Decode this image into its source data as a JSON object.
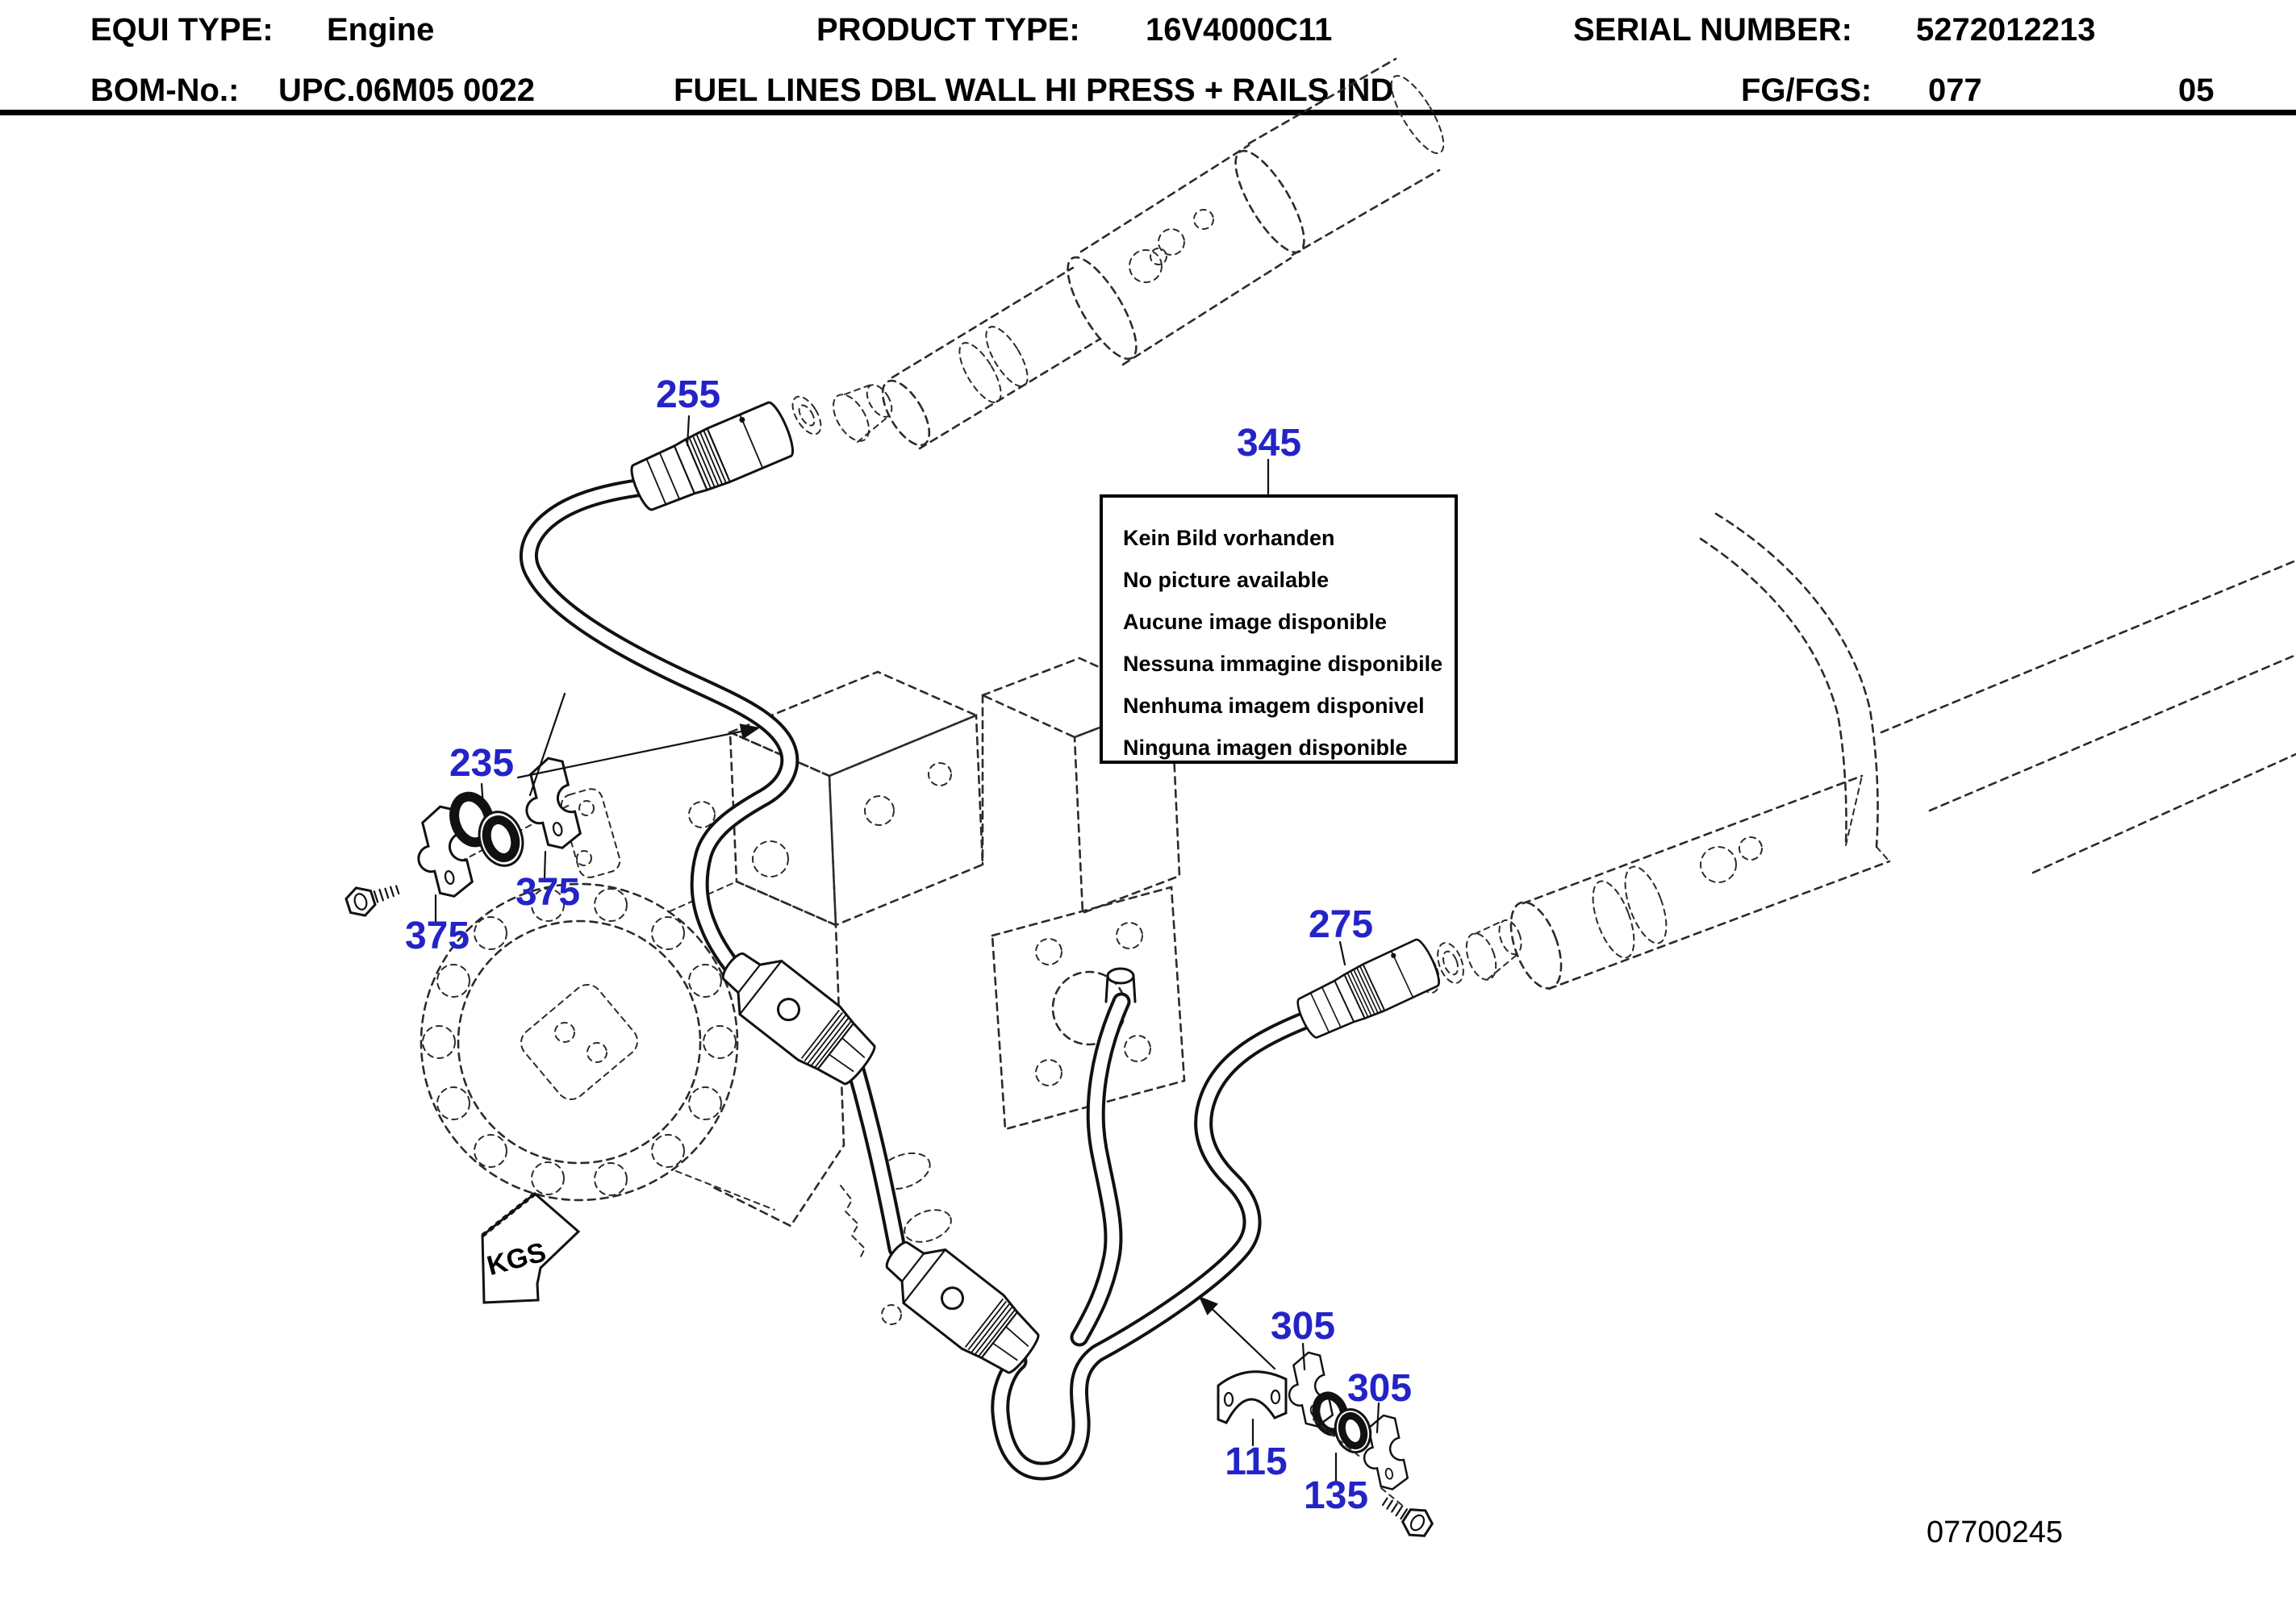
{
  "header": {
    "equi_type_label": "EQUI TYPE:",
    "equi_type": "Engine",
    "product_type_label": "PRODUCT TYPE:",
    "product_type": "16V4000C11",
    "serial_label": "SERIAL NUMBER:",
    "serial": "5272012213",
    "bom_label": "BOM-No.:",
    "bom": "UPC.06M05 0022",
    "description": "FUEL LINES DBL WALL HI PRESS + RAILS IND",
    "fg_label": "FG/FGS:",
    "fg": "077",
    "page_no": "05"
  },
  "notice": {
    "callout": "345",
    "lines": [
      "Kein Bild vorhanden",
      "No picture available",
      "Aucune image disponible",
      "Nessuna immagine disponibile",
      "Nenhuma imagem disponivel",
      "Ninguna imagen disponible"
    ]
  },
  "callouts": {
    "fitting_left": "255",
    "grommet_left": "235",
    "clamp_left_a": "375",
    "clamp_left_b": "375",
    "fitting_right": "275",
    "clamp_right_a": "305",
    "clamp_right_b": "305",
    "bracket": "115",
    "grommet_right": "135"
  },
  "view_marker": "KGS",
  "drawing_number": "07700245",
  "colors": {
    "callout_blue": "#2323c8",
    "line_black": "#1a1a1a"
  }
}
